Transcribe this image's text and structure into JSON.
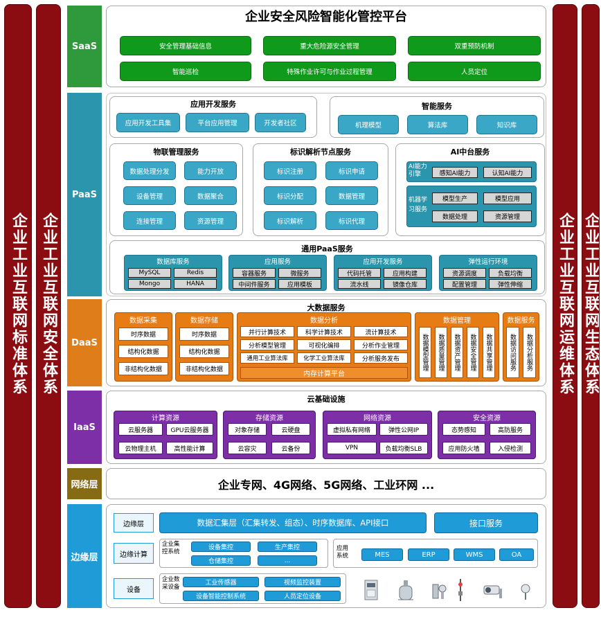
{
  "pillars": {
    "left1": "企业工业互联网标准体系",
    "left2": "企业工业互联网安全体系",
    "right1": "企业工业互联网运维体系",
    "right2": "企业工业互联网生态体系"
  },
  "layers": {
    "saas": "SaaS",
    "paas": "PaaS",
    "daas": "DaaS",
    "iaas": "IaaS",
    "network": "网络层",
    "edge": "边缘层"
  },
  "saas": {
    "title": "企业安全风险智能化管控平台",
    "items": [
      "安全管理基础信息",
      "重大危险源安全管理",
      "双重预防机制",
      "智能巡检",
      "特殊作业许可与作业过程管理",
      "人员定位"
    ]
  },
  "paas": {
    "app_dev": {
      "title": "应用开发服务",
      "items": [
        "应用开发工具集",
        "平台应用管理",
        "开发者社区"
      ]
    },
    "smart": {
      "title": "智能服务",
      "items": [
        "机理模型",
        "算法库",
        "知识库"
      ]
    },
    "iot": {
      "title": "物联管理服务",
      "items": [
        "数据处理分发",
        "能力开放",
        "设备管理",
        "数据聚合",
        "连接管理",
        "资源管理"
      ]
    },
    "ident": {
      "title": "标识解析节点服务",
      "items": [
        "标识注册",
        "标识申请",
        "标识分配",
        "数据管理",
        "标识解析",
        "标识代理"
      ]
    },
    "ai": {
      "title": "AI中台服务",
      "engine_label": "AI能力引擎",
      "engine_items": [
        "感知AI能力",
        "认知AI能力"
      ],
      "ml_label": "机器学习服务",
      "ml_items": [
        "模型生产",
        "模型应用",
        "数据处理",
        "资源管理"
      ]
    },
    "general": {
      "title": "通用PaaS服务",
      "db": {
        "title": "数据库服务",
        "items": [
          "MySQL",
          "Redis",
          "Mongo",
          "HANA"
        ]
      },
      "app": {
        "title": "应用服务",
        "items": [
          "容器服务",
          "微服务",
          "中间件服务",
          "应用模板"
        ]
      },
      "dev": {
        "title": "应用开发服务",
        "items": [
          "代码托管",
          "应用构建",
          "流水线",
          "镜像仓库"
        ]
      },
      "elastic": {
        "title": "弹性运行环境",
        "items": [
          "资源调度",
          "负载均衡",
          "配置管理",
          "弹性伸缩"
        ]
      }
    }
  },
  "daas": {
    "title": "大数据服务",
    "collect": {
      "title": "数据采集",
      "items": [
        "时序数据",
        "结构化数据",
        "非结构化数据"
      ]
    },
    "storage": {
      "title": "数据存储",
      "items": [
        "时序数据",
        "结构化数据",
        "非结构化数据"
      ]
    },
    "analysis": {
      "title": "数据分析",
      "items": [
        "并行计算技术",
        "科学计算技术",
        "流计算技术",
        "分析模型管理",
        "可视化编排",
        "分析作业管理",
        "通用工业算法库",
        "化学工业算法库",
        "分析服务发布"
      ],
      "platform": "内存计算平台"
    },
    "manage": {
      "title": "数据管理",
      "items": [
        "数据模型管理",
        "数据质量管理",
        "数据资产管理",
        "数据安全管理",
        "数据共享管理"
      ]
    },
    "service": {
      "title": "数据服务",
      "items": [
        "数据访问服务",
        "数据分析服务"
      ]
    }
  },
  "iaas": {
    "title": "云基础设施",
    "compute": {
      "title": "计算资源",
      "items": [
        "云服务器",
        "GPU云服务器",
        "云物理主机",
        "高性能计算"
      ]
    },
    "storage": {
      "title": "存储资源",
      "items": [
        "对象存储",
        "云硬盘",
        "云容灾",
        "云备份"
      ]
    },
    "network": {
      "title": "网络资源",
      "items": [
        "虚拟私有网络",
        "弹性公网IP",
        "VPN",
        "负载均衡SLB"
      ]
    },
    "security": {
      "title": "安全资源",
      "items": [
        "态势感知",
        "高防服务",
        "应用防火墙",
        "入侵检测"
      ]
    }
  },
  "network": {
    "text": "企业专网、4G网络、5G网络、工业环网 ..."
  },
  "edge": {
    "edge_label": "边缘层",
    "data_bar": "数据汇集层（汇集转发、组态）、时序数据库、API接口",
    "iface": "接口服务",
    "calc_label": "边缘计算",
    "ctrl_label": "企业集控系统",
    "ctrl_items": [
      "设备集控",
      "生产集控",
      "仓储集控",
      "..."
    ],
    "app_label": "应用系统",
    "app_items": [
      "MES",
      "ERP",
      "WMS",
      "OA"
    ],
    "dev_label": "设备",
    "collect_label": "企业数采设备",
    "collect_items": [
      "工业传感器",
      "视频监控装置",
      "设备智能控制系统",
      "人员定位设备"
    ]
  }
}
